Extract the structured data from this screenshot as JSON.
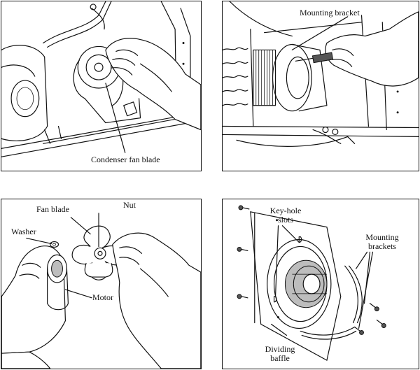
{
  "panels": {
    "top_left": {
      "labels": {
        "condenser_fan_blade": "Condenser fan blade"
      }
    },
    "top_right": {
      "labels": {
        "mounting_bracket": "Mounting bracket"
      }
    },
    "bottom_left": {
      "labels": {
        "nut": "Nut",
        "fan_blade": "Fan blade",
        "washer": "Washer",
        "motor": "Motor"
      }
    },
    "bottom_right": {
      "labels": {
        "key_hole_slots_1": "Key-hole",
        "key_hole_slots_2": "slots",
        "mounting_brackets_1": "Mounting",
        "mounting_brackets_2": "brackets",
        "dividing_baffle_1": "Dividing",
        "dividing_baffle_2": "baffle"
      }
    }
  }
}
